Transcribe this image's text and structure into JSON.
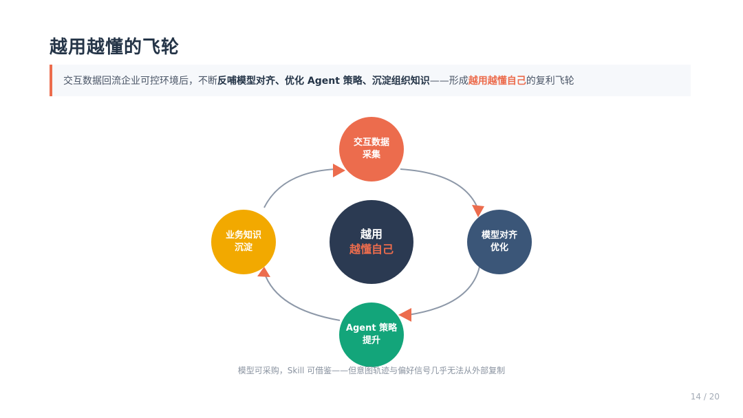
{
  "slide": {
    "title": "越用越懂的飞轮",
    "callout": {
      "prefix": "交互数据回流企业可控环境后，不断",
      "bold": "反哺模型对齐、优化 Agent 策略、沉淀组织知识",
      "middle": "——形成",
      "highlight": "越用越懂自己",
      "suffix": "的复利飞轮"
    },
    "center": {
      "line1": "越用",
      "line2": "越懂自己"
    },
    "nodes": [
      {
        "line1": "交互数据",
        "line2": "采集",
        "color": "#ec6c4d"
      },
      {
        "line1": "模型对齐",
        "line2": "优化",
        "color": "#3b5678"
      },
      {
        "line1": "Agent 策略",
        "line2": "提升",
        "color": "#13a57a"
      },
      {
        "line1": "业务知识",
        "line2": "沉淀",
        "color": "#f2a900"
      }
    ],
    "caption": "模型可采购，Skill 可借鉴——但意图轨迹与偏好信号几乎无法从外部复制",
    "page": "14 / 20"
  },
  "colors": {
    "accent": "#ec6c4d",
    "arc": "#8d98a8",
    "dark": "#2b3a52"
  }
}
